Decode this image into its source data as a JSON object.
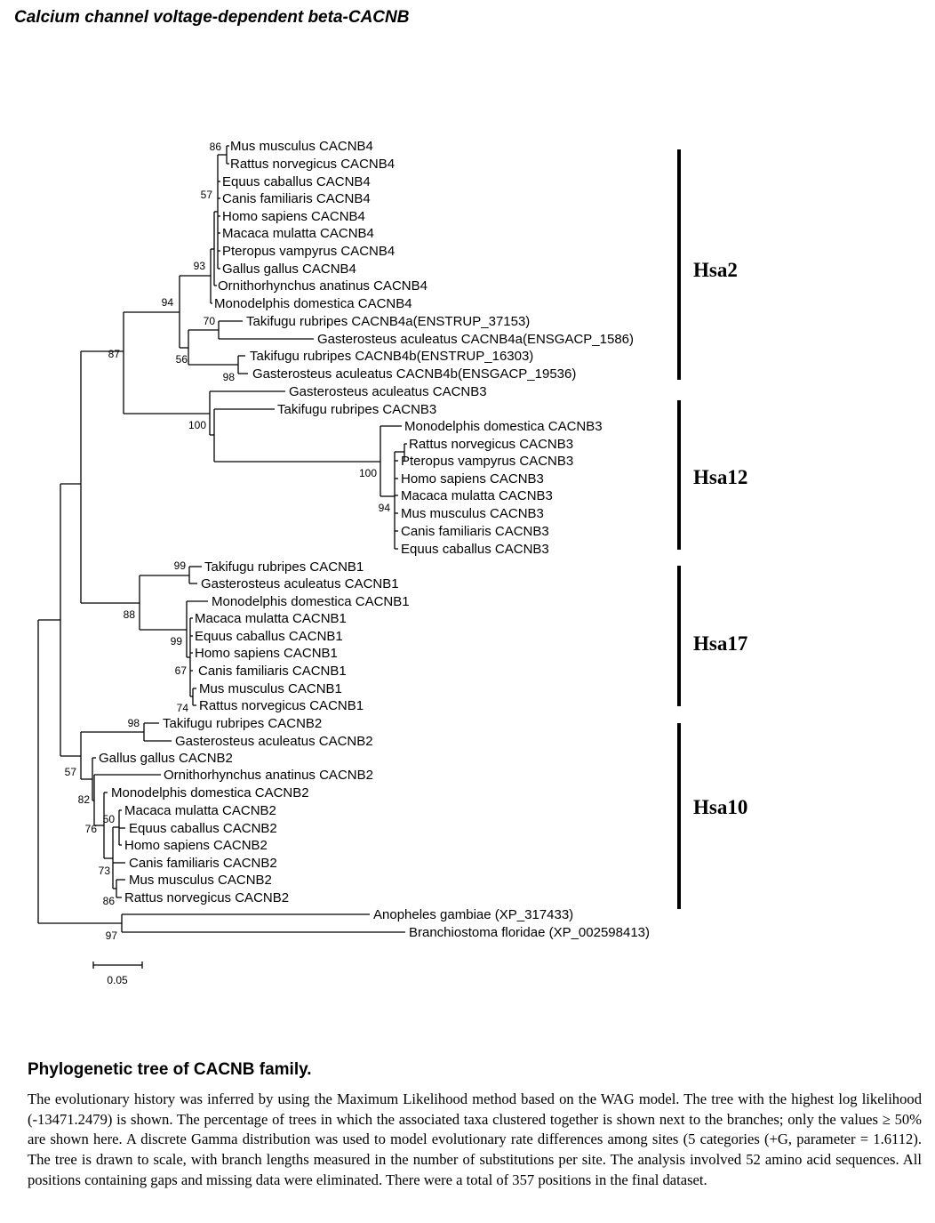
{
  "title": "Calcium channel voltage-dependent beta-CACNB",
  "taxa": {
    "cacnb4_mus": "Mus musculus CACNB4",
    "cacnb4_rattus": "Rattus norvegicus CACNB4",
    "cacnb4_equus": "Equus caballus CACNB4",
    "cacnb4_canis": "Canis familiaris CACNB4",
    "cacnb4_homo": "Homo sapiens CACNB4",
    "cacnb4_macaca": "Macaca mulatta CACNB4",
    "cacnb4_pteropus": "Pteropus vampyrus CACNB4",
    "cacnb4_gallus": "Gallus gallus CACNB4",
    "cacnb4_ornithorhynchus": "Ornithorhynchus anatinus CACNB4",
    "cacnb4_monodelphis": "Monodelphis domestica CACNB4",
    "cacnb4a_takifugu": "Takifugu rubripes CACNB4a(ENSTRUP_37153)",
    "cacnb4a_gasterosteus": "Gasterosteus aculeatus CACNB4a(ENSGACP_1586)",
    "cacnb4b_takifugu": "Takifugu rubripes CACNB4b(ENSTRUP_16303)",
    "cacnb4b_gasterosteus": "Gasterosteus aculeatus CACNB4b(ENSGACP_19536)",
    "cacnb3_gasterosteus": "Gasterosteus aculeatus CACNB3",
    "cacnb3_takifugu": "Takifugu rubripes CACNB3",
    "cacnb3_monodelphis": "Monodelphis domestica CACNB3",
    "cacnb3_rattus": "Rattus norvegicus CACNB3",
    "cacnb3_pteropus": "Pteropus vampyrus CACNB3",
    "cacnb3_homo": "Homo sapiens CACNB3",
    "cacnb3_macaca": "Macaca mulatta CACNB3",
    "cacnb3_mus": "Mus musculus CACNB3",
    "cacnb3_canis": "Canis familiaris CACNB3",
    "cacnb3_equus": "Equus caballus CACNB3",
    "cacnb1_takifugu": "Takifugu rubripes CACNB1",
    "cacnb1_gasterosteus": "Gasterosteus aculeatus CACNB1",
    "cacnb1_monodelphis": "Monodelphis domestica CACNB1",
    "cacnb1_macaca": "Macaca mulatta CACNB1",
    "cacnb1_equus": "Equus caballus CACNB1",
    "cacnb1_homo": "Homo sapiens CACNB1",
    "cacnb1_canis": "Canis familiaris CACNB1",
    "cacnb1_mus": "Mus musculus CACNB1",
    "cacnb1_rattus": "Rattus norvegicus CACNB1",
    "cacnb2_takifugu": "Takifugu rubripes CACNB2",
    "cacnb2_gasterosteus": "Gasterosteus aculeatus CACNB2",
    "cacnb2_gallus": "Gallus gallus CACNB2",
    "cacnb2_ornithorhynchus": "Ornithorhynchus anatinus CACNB2",
    "cacnb2_monodelphis": "Monodelphis domestica CACNB2",
    "cacnb2_macaca": "Macaca mulatta CACNB2",
    "cacnb2_equus": "Equus caballus CACNB2",
    "cacnb2_homo": "Homo sapiens CACNB2",
    "cacnb2_canis": "Canis familiaris CACNB2",
    "cacnb2_mus": "Mus musculus CACNB2",
    "cacnb2_rattus": "Rattus norvegicus CACNB2",
    "anopheles": "Anopheles gambiae (XP_317433)",
    "branchiostoma": "Branchiostoma floridae (XP_002598413)"
  },
  "bootstrap": {
    "b4_mus_rattus": "86",
    "b4_mammals": "57",
    "b4_tetrapods": "93",
    "b4_all": "94",
    "b4a_fish": "70",
    "b4_fish_ab": "56",
    "b4b_fish": "98",
    "b4_b3": "87",
    "b3_all": "100",
    "b3_mammals": "100",
    "b3_inner": "94",
    "b1_fish": "99",
    "b1_all": "88",
    "b1_mammals": "99",
    "b1_inner": "67",
    "b1_mus_rattus": "74",
    "b2_fish": "98",
    "b2_all": "57",
    "b2_tetrapods": "82",
    "b2_macaca_equus": "50",
    "b2_mammals": "76",
    "b2_inner": "73",
    "b2_mus_rattus": "86",
    "outgroup": "97"
  },
  "groups": {
    "hsa2": "Hsa2",
    "hsa12": "Hsa12",
    "hsa17": "Hsa17",
    "hsa10": "Hsa10"
  },
  "scale_bar": {
    "label": "0.05"
  },
  "caption": {
    "title": "Phylogenetic tree of CACNB family.",
    "text": "The evolutionary history was inferred by using the Maximum Likelihood method based on the WAG model. The tree with the highest log likelihood (-13471.2479) is shown. The percentage of trees in which the associated taxa clustered together is shown next to the branches; only the values ≥ 50% are shown here. A discrete Gamma distribution was used to model evolutionary rate differences among sites (5 categories (+G, parameter = 1.6112). The tree is drawn to scale, with branch lengths measured in the number of substitutions per site. The analysis involved 52 amino acid sequences. All positions containing gaps and missing data were eliminated. There were a total of 357 positions in the final dataset."
  }
}
